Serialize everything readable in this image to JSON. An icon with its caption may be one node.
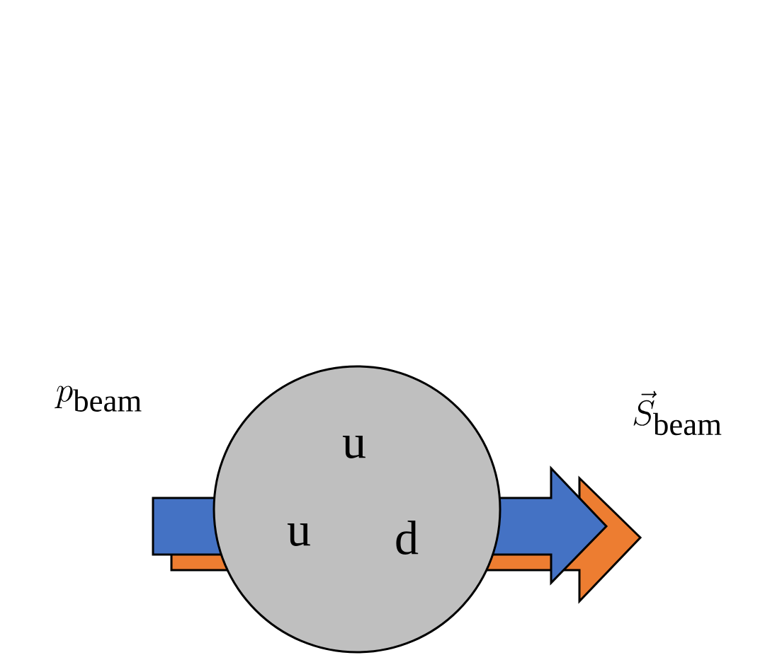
{
  "diagram": {
    "nodes": [
      {
        "text": [
          "u",
          "u",
          "d"
        ]
      }
    ],
    "labels": [
      "p_{\\mathrm{beam}}",
      "\\vec{S}_{\\mathrm{beam}}"
    ]
  }
}
